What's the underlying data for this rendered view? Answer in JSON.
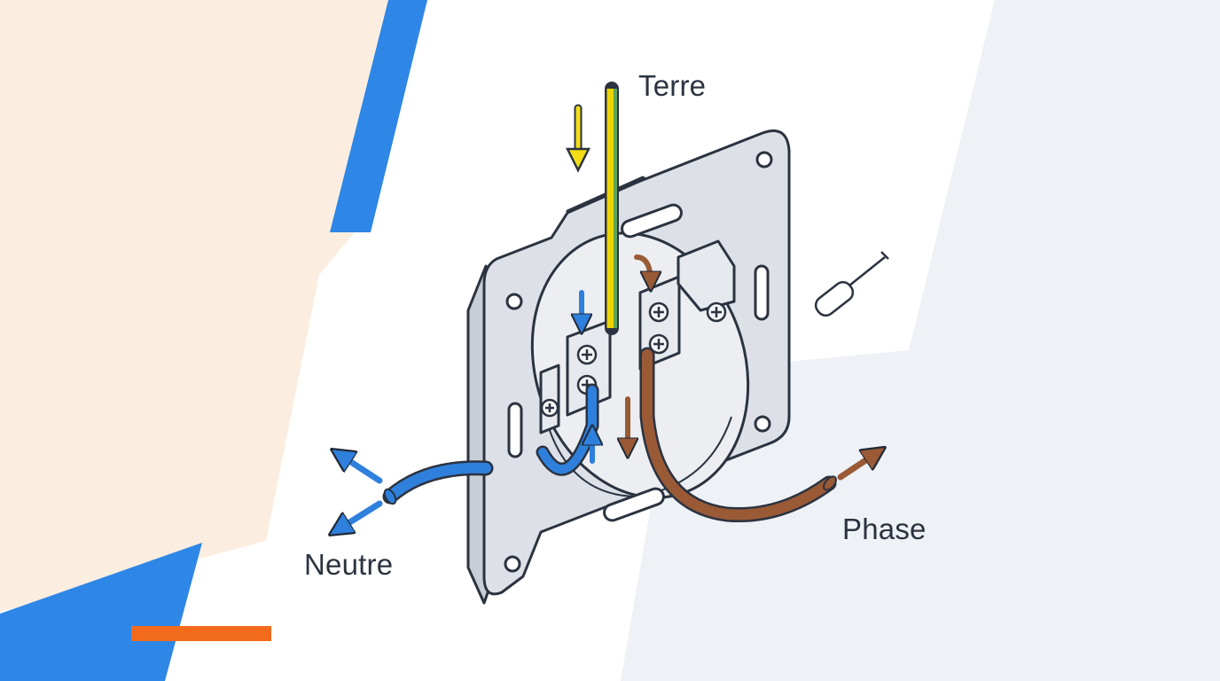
{
  "labels": {
    "earth": "Terre",
    "neutral": "Neutre",
    "phase": "Phase"
  },
  "colors": {
    "background_left": "#fbeee0",
    "background_right": "#eef1f5",
    "accent_blue": "#2e86e6",
    "accent_orange": "#f26a1b",
    "earth_wire_yellow": "#ecd400",
    "earth_wire_green": "#5fa35a",
    "neutral_wire": "#2f80dc",
    "phase_wire": "#9a5a36",
    "plate": "#dde1e7",
    "outline": "#2b3340"
  },
  "icons": [
    "screwdriver-icon",
    "arrow-down-icon",
    "arrow-icon"
  ]
}
